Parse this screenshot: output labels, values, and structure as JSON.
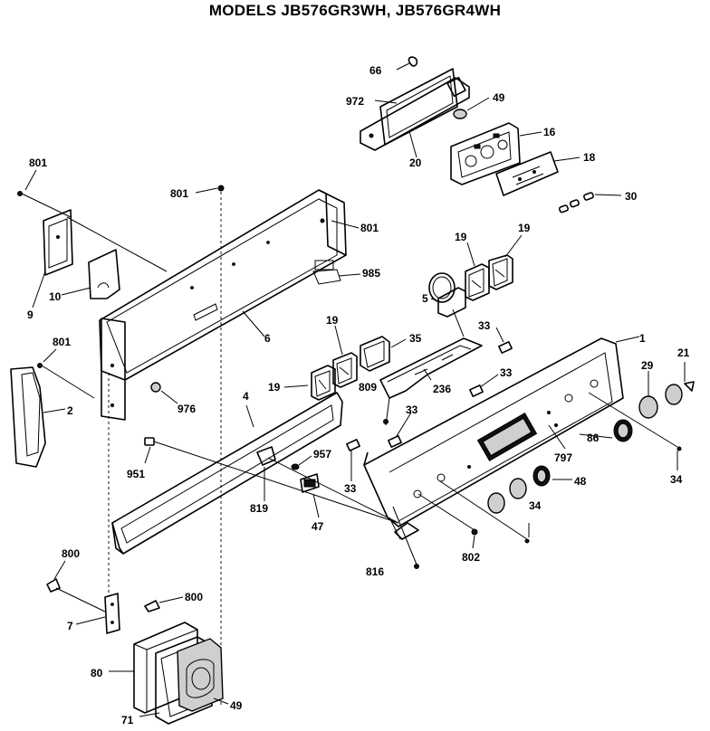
{
  "title": "MODELS JB576GR3WH, JB576GR4WH",
  "callouts": {
    "c66": "66",
    "c972": "972",
    "c49a": "49",
    "c20": "20",
    "c16": "16",
    "c18": "18",
    "c30": "30",
    "c801a": "801",
    "c801b": "801",
    "c801c": "801",
    "c801d": "801",
    "c19a": "19",
    "c19b": "19",
    "c19c": "19",
    "c19d": "19",
    "c985": "985",
    "c10": "10",
    "c9": "9",
    "c5": "5",
    "c6": "6",
    "c35": "35",
    "c33a": "33",
    "c33b": "33",
    "c33c": "33",
    "c33d": "33",
    "c1": "1",
    "c21": "21",
    "c29": "29",
    "c2": "2",
    "c976": "976",
    "c4": "4",
    "c236": "236",
    "c809": "809",
    "c957": "957",
    "c951": "951",
    "c797": "797",
    "c86": "86",
    "c34a": "34",
    "c34b": "34",
    "c819": "819",
    "c47": "47",
    "c48": "48",
    "c802": "802",
    "c800a": "800",
    "c800b": "800",
    "c816": "816",
    "c7": "7",
    "c80": "80",
    "c71": "71",
    "c49b": "49"
  }
}
